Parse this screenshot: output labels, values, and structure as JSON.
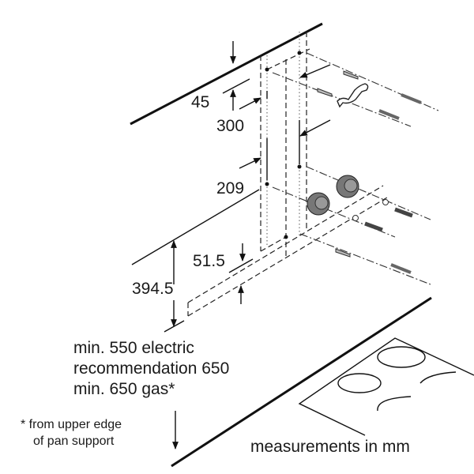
{
  "dimensions": {
    "d45": "45",
    "d300": "300",
    "d209": "209",
    "d51_5": "51.5",
    "d394_5": "394.5"
  },
  "notes": {
    "line1": "min. 550 electric",
    "line2": "recommendation 650",
    "line3": "min. 650 gas*"
  },
  "footnote": {
    "line1": "* from upper edge",
    "line2": "of pan support"
  },
  "units_label": "measurements in mm"
}
